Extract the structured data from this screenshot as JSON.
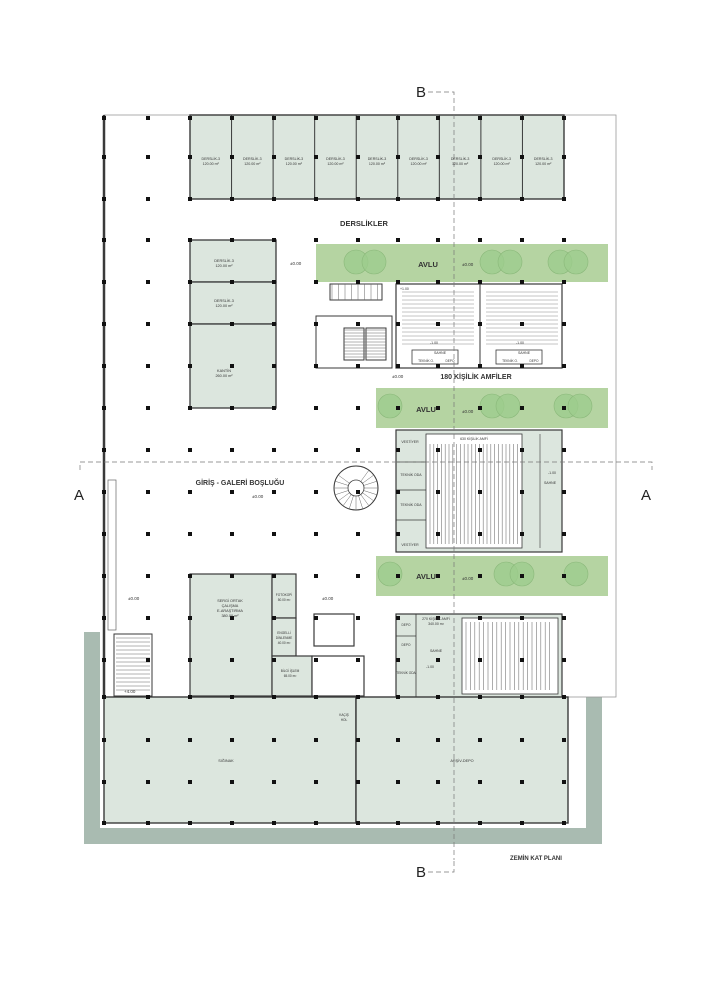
{
  "section_markers": {
    "a": "A",
    "b": "B"
  },
  "title": "ZEMİN KAT PLANI",
  "labels": {
    "derslikler": "DERSLİKLER",
    "avlu": "AVLU",
    "amfiler_180": "180 KİŞİLİK AMFİLER",
    "giris": "GİRİŞ - GALERİ BOŞLUĞU",
    "level_000": "±0.00",
    "level_minus100": "-1.00",
    "level_plus100": "+1.00",
    "level_plus400": "+4.00",
    "kantin": "KANTİN",
    "kantin_area": "260.00 m²",
    "derslik3": "DERSLİK-3",
    "area_120": "120.00 m²",
    "sahne": "SAHNE",
    "teknik": "TEKNİK O.",
    "depo": "DEPO",
    "vestiyer": "VESTİYER",
    "teknik_oda": "TEKNİK ODA",
    "amfi_630": "630 KİŞİLİK AMFİ",
    "amfi_270": "270 KİŞİLİK AMFİ",
    "amfi_270_area": "340.00 m²",
    "sergi": "SERGİ ORTAK",
    "calisma": "ÇALIŞMA",
    "arastirma": "E-ARAŞTIRMA",
    "sergi_area": "380.00 m²",
    "fotokopi": "FOTOKOPİ",
    "fotokopi_area": "50.00 m²",
    "engelli": "ENGELLİ",
    "dinlenme": "DİNLENME",
    "engelli_area": "40.00 m²",
    "bilgi": "BİLGİ İŞLEM",
    "bilgi_area": "65.00 m²",
    "kacis": "KAÇIŞ",
    "hol": "HOL",
    "siginak": "SIĞINAK",
    "arsiv": "ARŞİV-DEPO"
  },
  "colors": {
    "room_fill": "#dce6de",
    "courtyard": "#b5d4a2",
    "tree": "#9ccc8c",
    "basement": "#a9bbb1",
    "wall": "#3a3a3a"
  }
}
